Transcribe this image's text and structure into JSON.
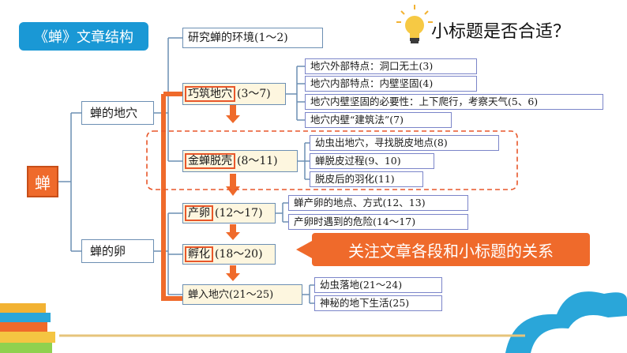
{
  "title_tag": "《蝉》文章结构",
  "question": "小标题是否合适？",
  "callout": "关注文章各段和小标题的关系",
  "root": "蝉",
  "branch_1": {
    "label": "蝉的地穴",
    "sections": [
      {
        "label": "研究蝉的环境",
        "range": "(1～2)"
      },
      {
        "label": "巧筑地穴",
        "range": "(3～7)",
        "details": [
          "地穴外部特点：洞口无土(3)",
          "地穴内部特点：内壁坚固(4)",
          "地穴内壁坚固的必要性：上下爬行，考察天气(5、6)",
          "地穴内壁“建筑法”(7)"
        ]
      },
      {
        "label": "金蝉脱壳",
        "range": "(8～11)",
        "details": [
          "幼虫出地穴，寻找脱皮地点(8)",
          "蝉脱皮过程(9、10)",
          "脱皮后的羽化(11)"
        ]
      }
    ]
  },
  "branch_2": {
    "label": "蝉的卵",
    "sections": [
      {
        "label": "产卵",
        "range": "(12～17)",
        "details": [
          "蝉产卵的地点、方式(12、13)",
          "产卵时遇到的危险(14～17)"
        ]
      },
      {
        "label": "孵化",
        "range": "(18～20)"
      },
      {
        "label": "蝉入地穴",
        "range": "(21～25)",
        "details": [
          "幼虫落地(21～24)",
          "神秘的地下生活(25)"
        ]
      }
    ]
  },
  "colors": {
    "accent_orange": "#ef6a2b",
    "title_blue": "#1a98d5",
    "line_blue": "#6c8fb3",
    "dash_orange": "#e8572a"
  }
}
